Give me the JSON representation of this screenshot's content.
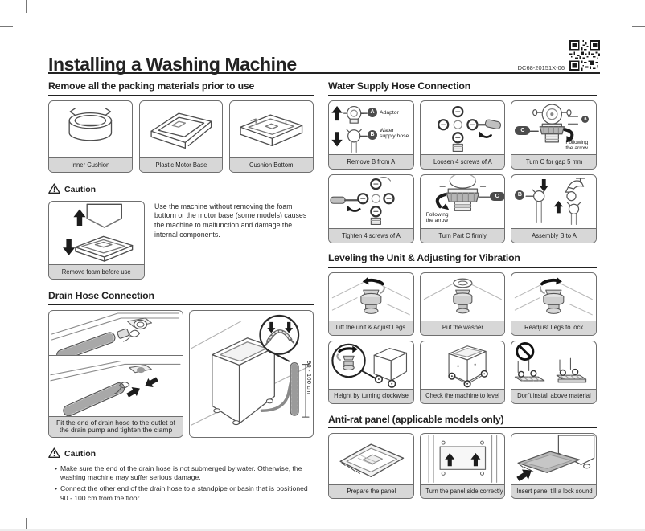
{
  "page": {
    "title": "Installing a Washing Machine",
    "doc_code": "DC68-20151X-06"
  },
  "icons": {
    "caution": "warning-triangle",
    "qr": "qr-code"
  },
  "colors": {
    "caption_bg": "#d7d7d7",
    "cell_border": "#6f6f6f",
    "text": "#2b2b2b",
    "arrow": "#1c1c1c"
  },
  "sections": {
    "packing": {
      "title": "Remove all the packing materials prior to use",
      "cells": [
        {
          "caption": "Inner Cushion"
        },
        {
          "caption": "Plastic Motor Base"
        },
        {
          "caption": "Cushion Bottom"
        }
      ]
    },
    "caution1": {
      "label": "Caution",
      "image_caption": "Remove foam before use",
      "text": "Use the machine without removing the foam bottom or the motor base (some models) causes the machine to malfunction and damage the internal components."
    },
    "drain": {
      "title": "Drain Hose Connection",
      "left_caption": "Fit the end of drain hose to the outlet of the drain pump and tighten the clamp",
      "measurement": "90 - 100 cm"
    },
    "caution2": {
      "label": "Caution",
      "bullets": [
        "Make sure the end of the drain hose is not submerged by water. Otherwise, the washing machine may suffer serious damage.",
        "Connect the other end of the drain hose to a standpipe or basin that is positioned 90 - 100 cm from the floor."
      ]
    },
    "water": {
      "title": "Water Supply Hose Connection",
      "cells": [
        {
          "caption": "Remove B from A",
          "badge_a": "A",
          "label_a": "Adaptor",
          "badge_b": "B",
          "label_b": "Water supply hose"
        },
        {
          "caption": "Loosen 4 screws of A"
        },
        {
          "caption": "Turn C for gap 5 mm",
          "badge_c": "C",
          "badge_small": "a",
          "note": "Following the arrow"
        },
        {
          "caption": "Tighten 4 screws of A"
        },
        {
          "caption": "Turn Part C firmly",
          "badge_c": "C",
          "note": "Following the arrow"
        },
        {
          "caption": "Assembly B to A",
          "badge_b": "B"
        }
      ]
    },
    "leveling": {
      "title": "Leveling the Unit & Adjusting for Vibration",
      "cells": [
        {
          "caption": "Lift the unit & Adjust Legs"
        },
        {
          "caption": "Put the washer"
        },
        {
          "caption": "Readjust Legs to lock"
        },
        {
          "caption": "Height by turning clockwise"
        },
        {
          "caption": "Check the machine to level"
        },
        {
          "caption": "Don't install above material"
        }
      ]
    },
    "antirat": {
      "title": "Anti-rat panel (applicable models only)",
      "cells": [
        {
          "caption": "Prepare the panel"
        },
        {
          "caption": "Turn the panel side correctly"
        },
        {
          "caption": "Insert panel till a lock sound"
        }
      ]
    }
  }
}
